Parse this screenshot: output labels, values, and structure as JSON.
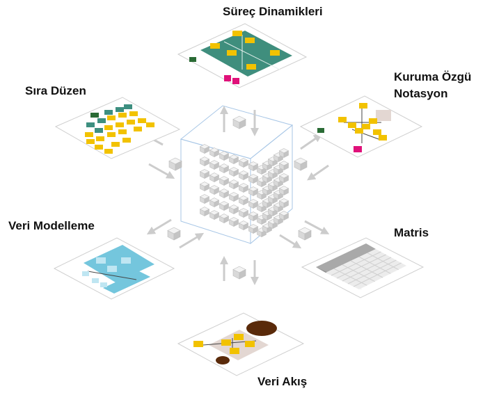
{
  "labels": {
    "process": "Süreç Dinamikleri",
    "custom_line1": "Kuruma Özgü",
    "custom_line2": "Notasyon",
    "sequence": "Sıra Düzen",
    "data_modeling": "Veri Modelleme",
    "matrix": "Matris",
    "data_flow": "Veri Akış"
  },
  "colors": {
    "yellow": "#f2c200",
    "teal": "#3d8f80",
    "dark_green": "#2a6b35",
    "magenta": "#e0117a",
    "light_blue": "#74c6dd",
    "brown": "#5a2a0a",
    "frame_blue": "#9fbfe0"
  }
}
